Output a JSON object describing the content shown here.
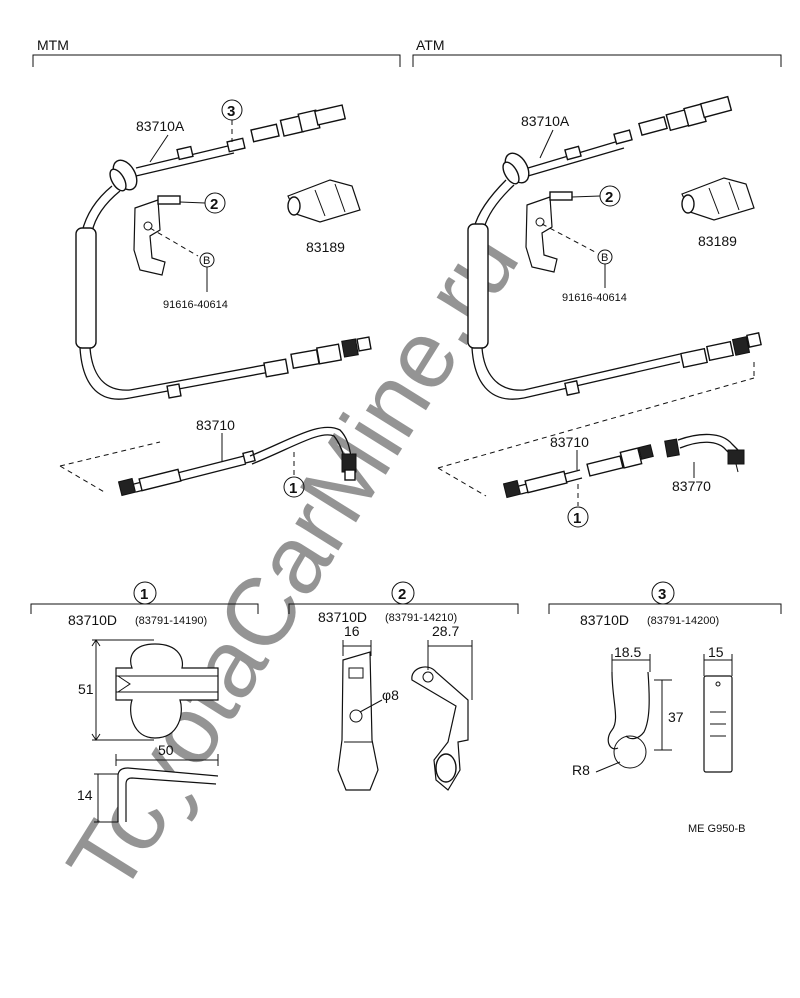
{
  "sections": {
    "mtm_label": "MTM",
    "atm_label": "ATM"
  },
  "mtm": {
    "part_83710a": "83710A",
    "part_83189": "83189",
    "bolt_part": "91616-40614",
    "part_83710": "83710",
    "callout_1": "1",
    "callout_2": "2",
    "callout_3": "3",
    "bolt_letter": "B"
  },
  "atm": {
    "part_83710a": "83710A",
    "part_83189": "83189",
    "bolt_part": "91616-40614",
    "part_83710": "83710",
    "part_83770": "83770",
    "callout_1": "1",
    "callout_2": "2",
    "bolt_letter": "B"
  },
  "details": {
    "clip1": {
      "number": "1",
      "part": "83710D",
      "sub_part": "(83791-14190)",
      "dim_height": "51",
      "dim_length": "50",
      "dim_depth": "14"
    },
    "clip2": {
      "number": "2",
      "part": "83710D",
      "sub_part": "(83791-14210)",
      "dim_width": "16",
      "dim_offset": "28.7",
      "dim_hole": "φ8"
    },
    "clip3": {
      "number": "3",
      "part": "83710D",
      "sub_part": "(83791-14200)",
      "dim_width": "18.5",
      "dim_side": "15",
      "dim_height": "37",
      "dim_radius": "R8"
    }
  },
  "footer": {
    "code": "ME  G950-B"
  },
  "watermark": "ToyotaCarMine.ru",
  "icons": [
    "cable-icon",
    "connector-icon",
    "clip-icon",
    "bolt-icon"
  ]
}
